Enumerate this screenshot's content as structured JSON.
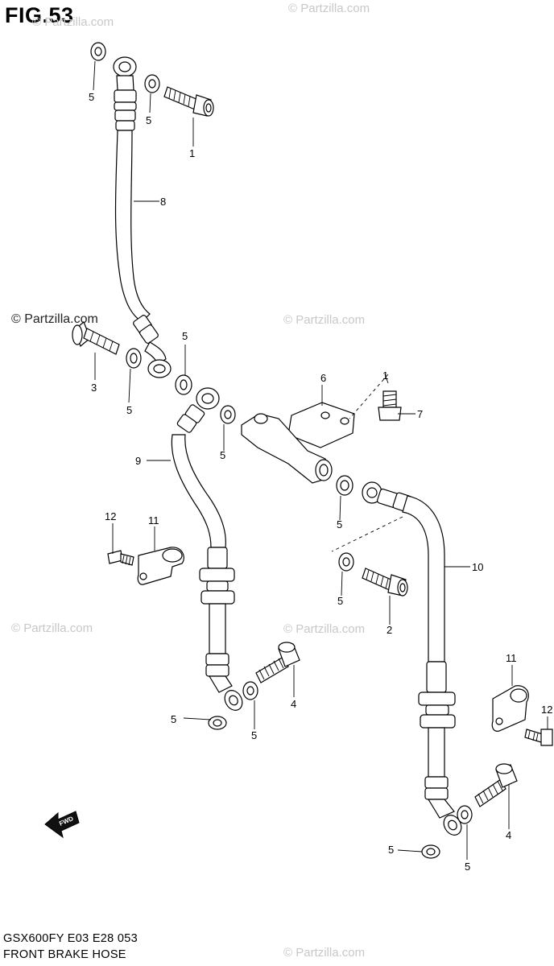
{
  "figure_title": "FIG.53",
  "footer": {
    "model_line": "GSX600FY E03 E28  053",
    "section_title": "FRONT BRAKE  HOSE"
  },
  "watermark_text": "© Partzilla.com",
  "fwd_label": "FWD",
  "callouts": {
    "c1a": "1",
    "c1b": "1",
    "c2": "2",
    "c3": "3",
    "c4a": "4",
    "c4b": "4",
    "c5a": "5",
    "c5b": "5",
    "c5c": "5",
    "c5d": "5",
    "c5e": "5",
    "c5f": "5",
    "c5g": "5",
    "c5h": "5",
    "c5i": "5",
    "c5j": "5",
    "c5k": "5",
    "c6": "6",
    "c7": "7",
    "c8": "8",
    "c9": "9",
    "c10": "10",
    "c11a": "11",
    "c11b": "11",
    "c12a": "12",
    "c12b": "12"
  }
}
